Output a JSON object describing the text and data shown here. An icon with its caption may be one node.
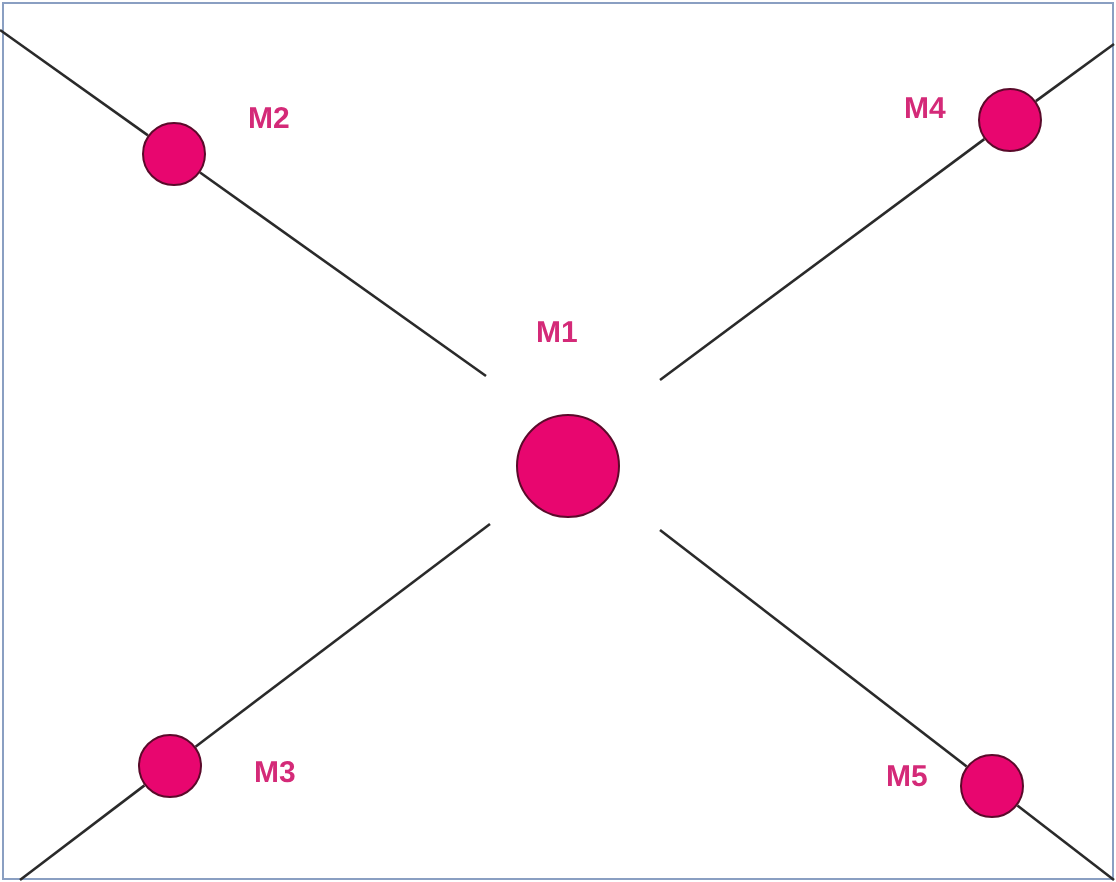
{
  "diagram": {
    "nodes": [
      {
        "text": [],
        "shape": "circle",
        "beside": [
          "M2"
        ]
      },
      {
        "text": [],
        "shape": "circle",
        "beside": [
          "M4"
        ]
      },
      {
        "text": [],
        "shape": "circle",
        "beside": [
          "M1"
        ]
      },
      {
        "text": [],
        "shape": "circle",
        "beside": [
          "M3"
        ]
      },
      {
        "text": [],
        "shape": "circle",
        "beside": [
          "M5"
        ]
      }
    ],
    "edges": [
      {
        "from": 2,
        "to": 0,
        "arrow": "none"
      },
      {
        "from": 2,
        "to": 1,
        "arrow": "none"
      },
      {
        "from": 2,
        "to": 3,
        "arrow": "none"
      },
      {
        "from": 2,
        "to": 4,
        "arrow": "none"
      }
    ]
  }
}
